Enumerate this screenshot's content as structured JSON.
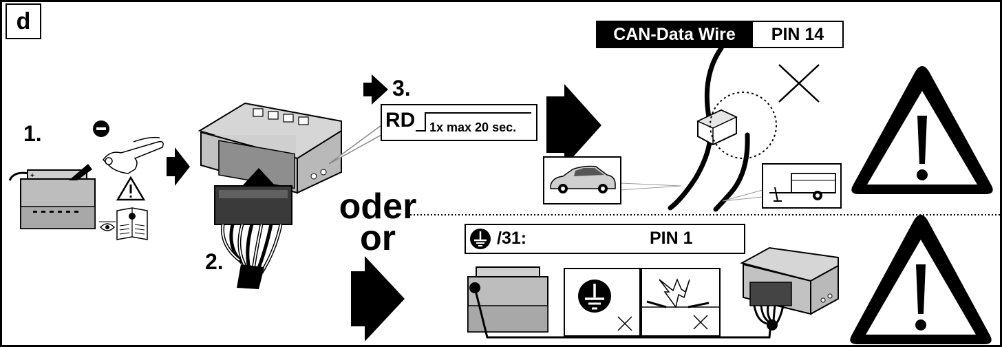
{
  "panel_letter": "d",
  "steps": {
    "step1": "1.",
    "step2": "2.",
    "step3": "3."
  },
  "relay_label": {
    "code": "RD",
    "pulse": "1x max 20 sec."
  },
  "can_tag": {
    "label": "CAN-Data Wire",
    "pin": "PIN 14"
  },
  "alternative": {
    "oder": "oder",
    "or": "or"
  },
  "ground_tag": {
    "terminal": "/31:",
    "pin": "PIN 1"
  },
  "colors": {
    "ink": "#000000",
    "module_gray": "#c8c8c8",
    "battery_gray": "#bdbdbd",
    "paper": "#ffffff"
  },
  "icons": [
    "battery-icon",
    "minus-terminal-icon",
    "hand-icon",
    "warning-icon",
    "eye-icon",
    "manual-icon",
    "module-icon",
    "connector-icon",
    "arrow-icon",
    "car-icon",
    "trailer-icon",
    "cross-icon",
    "ground-icon",
    "spark-icon"
  ]
}
